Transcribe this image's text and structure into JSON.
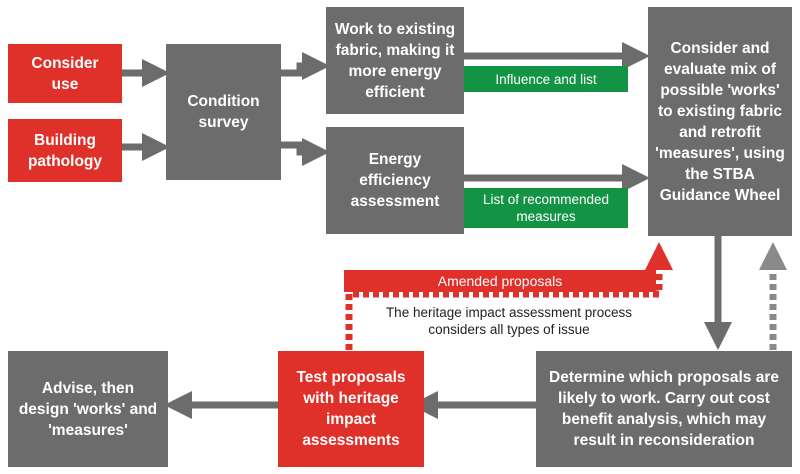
{
  "boxes": {
    "consider_use": "Consider use",
    "building_pathology": "Building pathology",
    "condition_survey": "Condition survey",
    "work_existing_fabric": "Work to existing fabric, making it more energy efficient",
    "energy_efficiency_assessment": "Energy efficiency assessment",
    "consider_evaluate": "Consider and evaluate mix of possible 'works' to existing fabric and retrofit 'measures', using the STBA Guidance Wheel",
    "determine_proposals": "Determine which proposals are likely to work. Carry out cost benefit analysis, which may result in reconsideration",
    "test_proposals": "Test proposals with heritage impact assessments",
    "advise_design": "Advise, then design 'works' and 'measures'"
  },
  "labels": {
    "influence_list": "Influence and list",
    "recommended_measures": "List of recommended measures",
    "amended_proposals": "Amended proposals",
    "heritage_note": "The heritage impact assessment process considers all types of issue"
  },
  "colors": {
    "grey": "#6c6c6c",
    "red": "#e0302a",
    "green": "#129444",
    "dotted_grey": "#8a8a8a"
  }
}
